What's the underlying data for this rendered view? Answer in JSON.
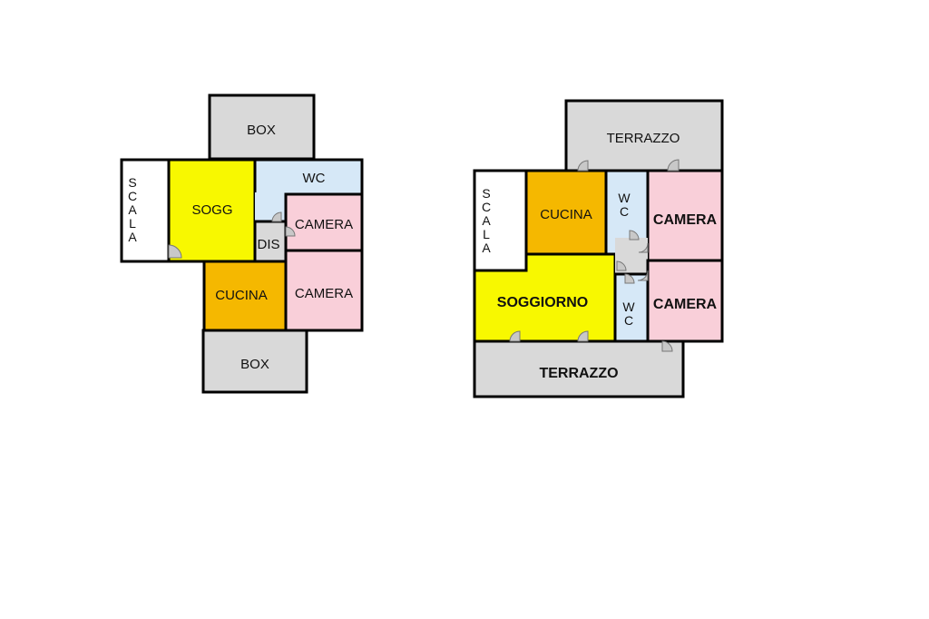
{
  "colors": {
    "gray": "#d9d9d9",
    "yellow": "#f8f800",
    "orange": "#f5b800",
    "blue": "#d6e8f7",
    "pink": "#f9cfd9",
    "white": "#ffffff",
    "wall": "#000000"
  },
  "plan_left": {
    "box_top": "BOX",
    "scala": "SCALA",
    "sogg": "SOGG",
    "wc": "WC",
    "camera_1": "CAMERA",
    "dis": "DIS",
    "cucina": "CUCINA",
    "camera_2": "CAMERA",
    "box_bottom": "BOX"
  },
  "plan_right": {
    "terrazzo_top": "TERRAZZO",
    "scala": "SCALA",
    "cucina": "CUCINA",
    "wc_top": "WC",
    "camera_top": "CAMERA",
    "soggiorno": "SOGGIORNO",
    "wc_bottom": "WC",
    "camera_bottom": "CAMERA",
    "terrazzo_bottom": "TERRAZZO"
  }
}
